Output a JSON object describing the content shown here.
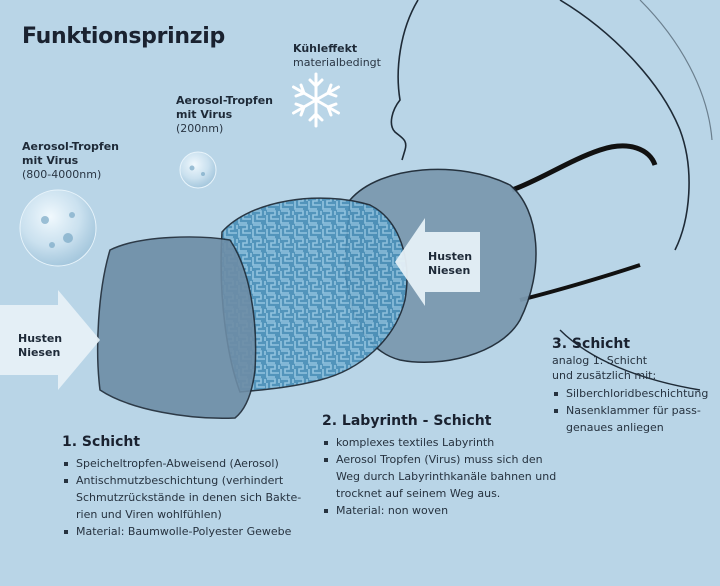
{
  "title": "Funktionsprinzip",
  "cooling": {
    "title": "Kühleffekt",
    "sub": "materialbedingt",
    "icon": "snowflake-icon"
  },
  "aerosol_small": {
    "title_l1": "Aerosol-Tropfen",
    "title_l2": "mit Virus",
    "size": "(200nm)"
  },
  "aerosol_large": {
    "title_l1": "Aerosol-Tropfen",
    "title_l2": "mit Virus",
    "size": "(800-4000nm)"
  },
  "arrow_left": {
    "l1": "Husten",
    "l2": "Niesen"
  },
  "arrow_right": {
    "l1": "Husten",
    "l2": "Niesen"
  },
  "layer1": {
    "heading": "1. Schicht",
    "items": [
      "Speicheltropfen-Abweisend (Aerosol)",
      "Antischmutzbeschichtung (verhindert Schmutzrückstände in denen sich Bakte-rien und Viren wohlfühlen)",
      "Material: Baumwolle-Polyester Gewebe"
    ],
    "item2_lines": [
      "Antischmutzbeschichtung (verhindert",
      "Schmutzrückstände in denen sich Bakte-",
      "rien und Viren wohlfühlen)"
    ]
  },
  "layer2": {
    "heading": "2. Labyrinth - Schicht",
    "items": [
      "komplexes textiles Labyrinth",
      "Aerosol Tropfen (Virus) muss sich den Weg durch Labyrinthkanäle bahnen und trocknet auf seinem Weg aus.",
      "Material: non woven"
    ],
    "item2_lines": [
      "Aerosol Tropfen (Virus) muss sich den",
      "Weg durch Labyrinthkanäle bahnen und",
      "trocknet auf seinem Weg aus."
    ]
  },
  "layer3": {
    "heading": "3. Schicht",
    "sub_l1": "analog 1. Schicht",
    "sub_l2": "und zusätzlich mit:",
    "items": [
      "Silberchloridbeschichtung",
      "Nasenklammer für pass-genaues anliegen"
    ],
    "item2_lines": [
      "Nasenklammer für pass-",
      "genaues anliegen"
    ]
  },
  "colors": {
    "background": "#b9d5e7",
    "mask_outer": "#6f8fa8",
    "labyrinth": "#3f85ad",
    "arrow": "#e6f0f7",
    "text": "#1a2230"
  }
}
